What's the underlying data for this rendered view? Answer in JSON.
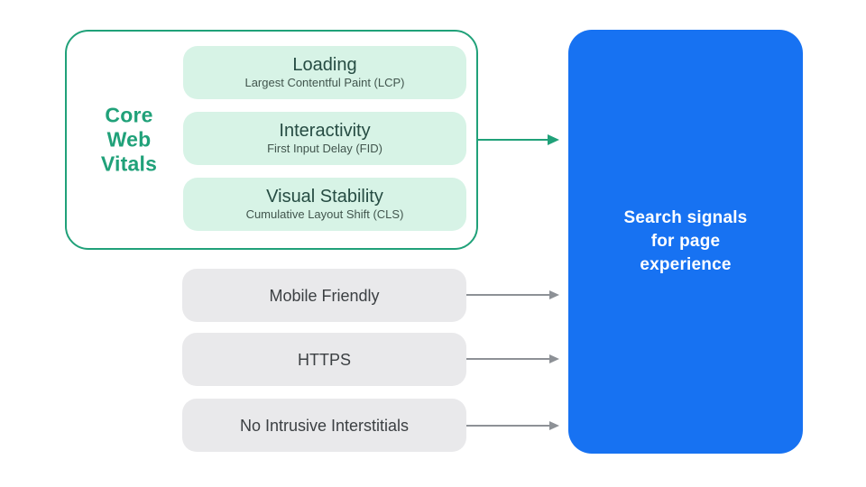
{
  "colors": {
    "background": "#FFFFFF",
    "green": "#20A179",
    "mint": "#D7F3E6",
    "vital_title": "#264C43",
    "vital_subtitle": "#41554D",
    "gray_box": "#E9E9EB",
    "gray_text": "#3C4043",
    "arrow_gray": "#8D9196",
    "blue": "#1772F2",
    "white": "#FFFFFF"
  },
  "core_web_vitals": {
    "label_lines": [
      "Core",
      "Web",
      "Vitals"
    ],
    "items": [
      {
        "title": "Loading",
        "subtitle": "Largest Contentful Paint (LCP)"
      },
      {
        "title": "Interactivity",
        "subtitle": "First Input Delay (FID)"
      },
      {
        "title": "Visual Stability",
        "subtitle": "Cumulative Layout Shift (CLS)"
      }
    ]
  },
  "other_signals": [
    {
      "label": "Mobile Friendly"
    },
    {
      "label": "HTTPS"
    },
    {
      "label": "No Intrusive Interstitials"
    }
  ],
  "search_signals": {
    "label_lines": [
      "Search signals",
      "for page",
      "experience"
    ]
  }
}
